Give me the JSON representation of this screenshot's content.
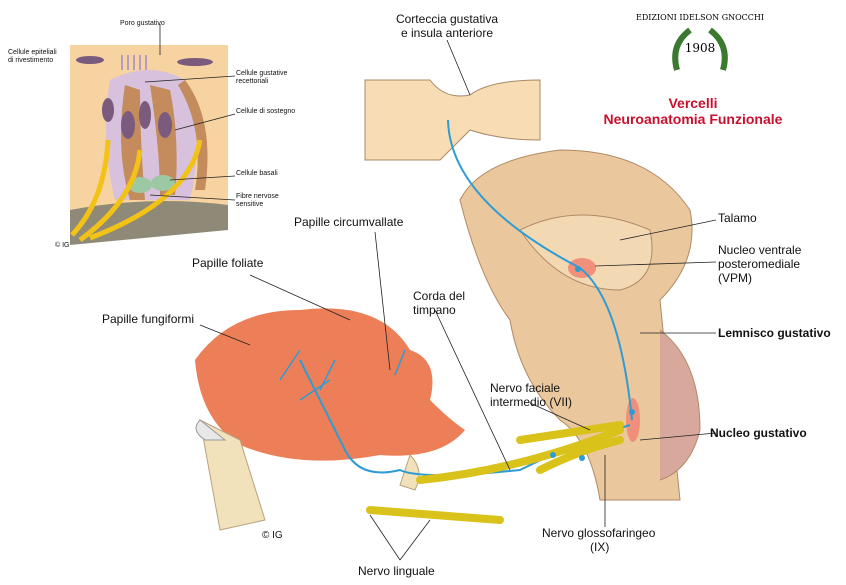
{
  "taste_bud_inset": {
    "labels": {
      "pore": "Poro gustativo",
      "epithelial": [
        "Cellule epiteliali",
        "di rivestimento"
      ],
      "receptor": [
        "Cellule gustative",
        "recettoriali"
      ],
      "support": "Cellule di sostegno",
      "basal": "Cellule basali",
      "fibers": [
        "Fibre nervose",
        "sensitive"
      ],
      "copyright": "© IG"
    }
  },
  "publisher": {
    "logo_text": "EDIZIONI IDELSON GNOCCHI",
    "logo_year": "1908",
    "author": "Vercelli",
    "book_title": "Neuroanatomia Funzionale",
    "brand_color": "#c8102e"
  },
  "main_labels": {
    "cortex": [
      "Corteccia gustativa",
      "e insula anteriore"
    ],
    "circumvallate": "Papille circumvallate",
    "foliate": "Papille foliate",
    "fungiform": "Papille fungiformi",
    "chorda": [
      "Corda del",
      "timpano"
    ],
    "thalamus": "Talamo",
    "vpm": [
      "Nucleo ventrale",
      "posteromediale",
      "(VPM)"
    ],
    "lemniscus": "Lemnisco gustativo",
    "facial": [
      "Nervo faciale",
      "intermedio (VII)"
    ],
    "nucleus": "Nucleo gustativo",
    "glosso": [
      "Nervo glossofaringeo",
      "(IX)"
    ],
    "lingual": "Nervo linguale",
    "copyright": "© IG"
  }
}
